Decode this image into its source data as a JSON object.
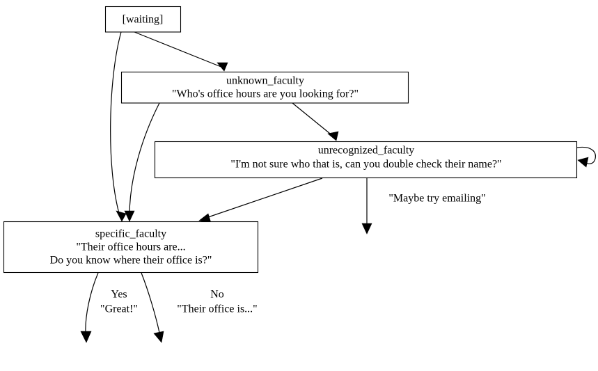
{
  "diagram": {
    "type": "state-transition-graph",
    "background_color": "#ffffff",
    "stroke_color": "#000000",
    "node_fill": "#ffffff",
    "nodes": [
      {
        "id": "waiting",
        "lines": [
          "[waiting]"
        ]
      },
      {
        "id": "unknown_faculty",
        "lines": [
          "unknown_faculty",
          "\"Who's office hours are you looking for?\""
        ]
      },
      {
        "id": "unrecognized_faculty",
        "lines": [
          "unrecognized_faculty",
          "\"I'm not sure who that is, can you double check their name?\""
        ]
      },
      {
        "id": "specific_faculty",
        "lines": [
          "specific_faculty",
          "\"Their office hours are...",
          "Do you know where their office is?\""
        ]
      }
    ],
    "edges": [
      {
        "id": "waiting-to-unknown",
        "from": "waiting",
        "to": "unknown_faculty",
        "label": ""
      },
      {
        "id": "waiting-to-specific",
        "from": "waiting",
        "to": "specific_faculty",
        "label": ""
      },
      {
        "id": "unknown-to-unrecognized",
        "from": "unknown_faculty",
        "to": "unrecognized_faculty",
        "label": ""
      },
      {
        "id": "unknown-to-specific",
        "from": "unknown_faculty",
        "to": "specific_faculty",
        "label": ""
      },
      {
        "id": "unrecognized-self-loop",
        "from": "unrecognized_faculty",
        "to": "unrecognized_faculty",
        "label": ""
      },
      {
        "id": "unrecognized-to-specific",
        "from": "unrecognized_faculty",
        "to": "specific_faculty",
        "label": ""
      },
      {
        "id": "unrecognized-to-exit",
        "from": "unrecognized_faculty",
        "to": "",
        "label": "\"Maybe try emailing\""
      },
      {
        "id": "specific-yes-exit",
        "from": "specific_faculty",
        "to": "",
        "label_line1": "Yes",
        "label_line2": "\"Great!\""
      },
      {
        "id": "specific-no-exit",
        "from": "specific_faculty",
        "to": "",
        "label_line1": "No",
        "label_line2": "\"Their office is...\""
      }
    ]
  }
}
